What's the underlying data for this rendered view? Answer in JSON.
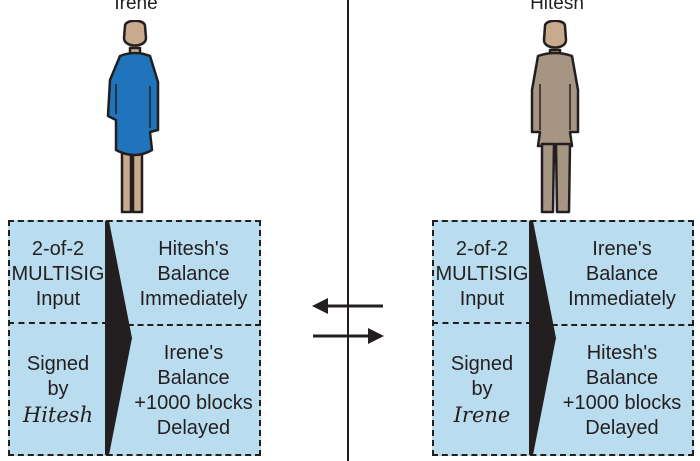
{
  "left_party": {
    "name": "Irene",
    "input_lines": [
      "2-of-2",
      "MULTISIG",
      "Input"
    ],
    "signed_lines": [
      "Signed",
      "by"
    ],
    "signer": "Hitesh",
    "output1_lines": [
      "Hitesh's",
      "Balance",
      "Immediately"
    ],
    "output2_lines": [
      "Irene's",
      "Balance",
      "+1000 blocks",
      "Delayed"
    ]
  },
  "right_party": {
    "name": "Hitesh",
    "input_lines": [
      "2-of-2",
      "MULTISIG",
      "Input"
    ],
    "signed_lines": [
      "Signed",
      "by"
    ],
    "signer": "Irene",
    "output1_lines": [
      "Irene's",
      "Balance",
      "Immediately"
    ],
    "output2_lines": [
      "Hitesh's",
      "Balance",
      "+1000 blocks",
      "Delayed"
    ]
  },
  "icons": {
    "left_person": "woman-icon",
    "right_person": "man-icon",
    "exchange": "exchange-arrows-icon"
  },
  "colors": {
    "transaction_fill": "#b9dcef",
    "irene_dress": "#1f74bc",
    "skin": "#c8aa8c",
    "hitesh_suit": "#a79583",
    "outline": "#231f20"
  }
}
